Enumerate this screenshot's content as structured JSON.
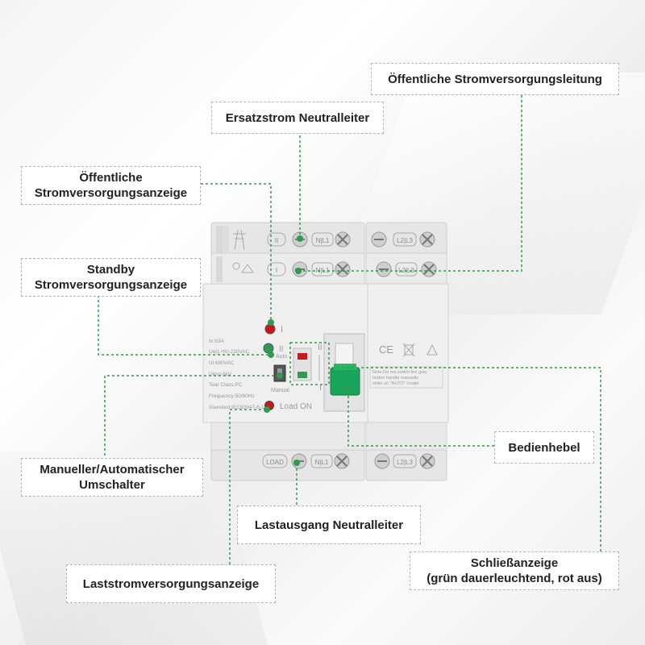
{
  "callouts": {
    "public_line": "Öffentliche Stromversorgungsleitung",
    "backup_neutral": "Ersatzstrom Neutralleiter",
    "public_indicator": [
      "Öffentliche",
      "Stromversorgungsanzeige"
    ],
    "standby_indicator": [
      "Standby",
      "Stromversorgungsanzeige"
    ],
    "switch_mode": [
      "Manueller/Automatischer",
      "Umschalter"
    ],
    "lever": "Bedienhebel",
    "load_neutral": "Lastausgang Neutralleiter",
    "closing_indicator": [
      "Schließanzeige",
      "(grün dauerleuchtend, rot aus)"
    ],
    "load_indicator": "Laststromversorgungsanzeige"
  },
  "device": {
    "terminal_standby": "II",
    "terminal_public": "I",
    "terminal_load": "LOAD",
    "neutral_label": "N|L1",
    "phase_label": "L2|L3",
    "indicator_I": "I",
    "indicator_II": "II",
    "auto_label": "Auto",
    "manual_label": "Manual",
    "load_on": "Load ON",
    "switch_pos_II": "II",
    "switch_pos_I": "I",
    "specs": [
      "In:63A",
      "Ue(L+N):230VAC",
      "Ui:690VAC",
      "Uimp:8kV",
      "Tear Class:PC",
      "Frequency:50/60Hz",
      "Standard:IEC60947-6-1"
    ],
    "ce_mark": "CE",
    "note": [
      "Note:Do not switch the grey",
      "button handle manually",
      "while on \"AUTO\" model."
    ]
  },
  "colors": {
    "accent_green": "#2e9b4e",
    "lever_green": "#1aa35b",
    "indicator_red": "#c8161d",
    "body_grey": "#ececec"
  }
}
